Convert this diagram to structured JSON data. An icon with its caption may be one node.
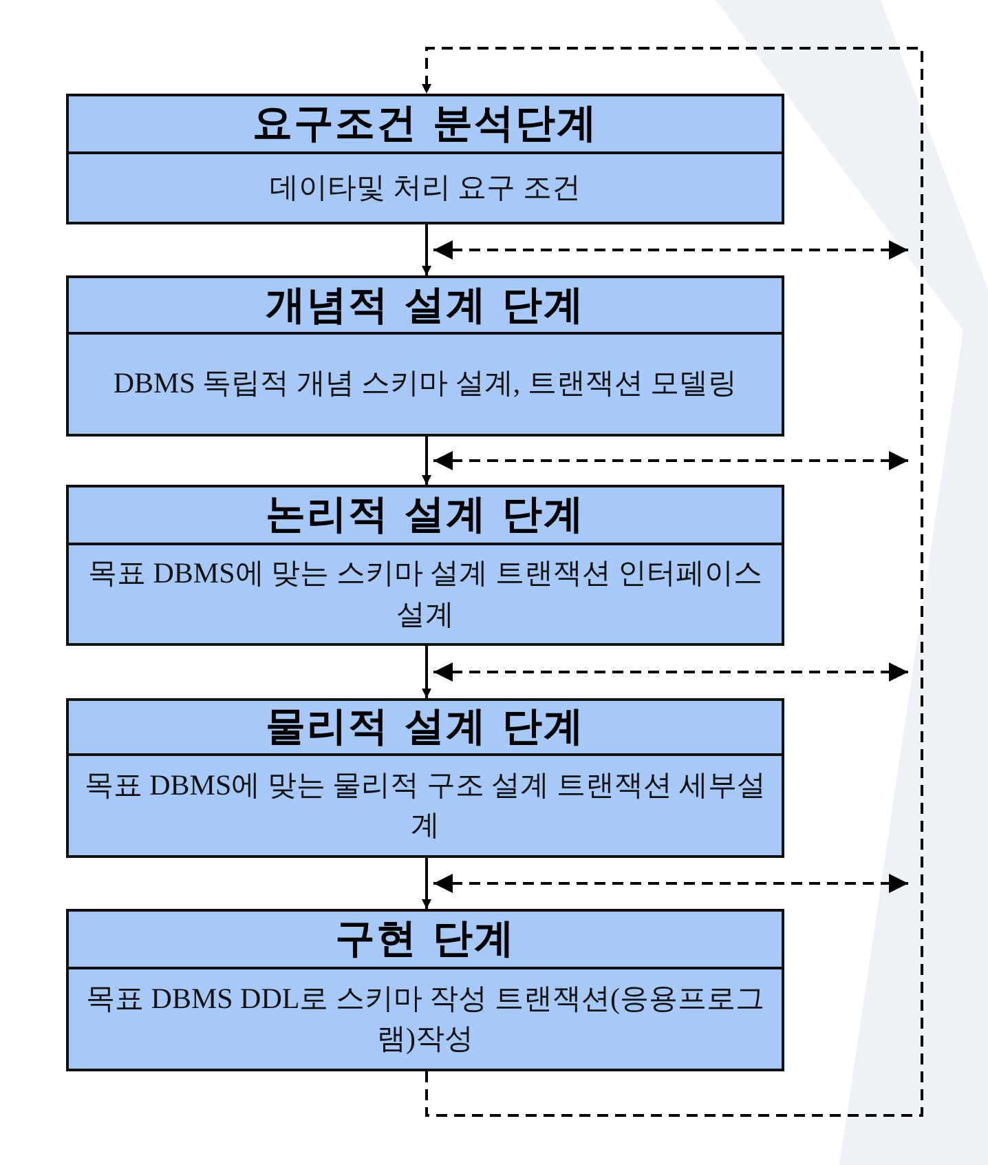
{
  "diagram": {
    "nodes": [
      {
        "text": [
          "요구조건 분석단계",
          "데이타및 처리 요구 조건"
        ]
      },
      {
        "text": [
          "개념적 설계 단계",
          "DBMS 독립적 개념 스키마 설계, 트랜잭션 모델링"
        ]
      },
      {
        "text": [
          "논리적 설계 단계",
          "목표 DBMS에 맞는 스키마 설계 트랜잭션 인터페이스 설계"
        ]
      },
      {
        "text": [
          "물리적 설계 단계",
          "목표 DBMS에 맞는 물리적 구조 설계 트랜잭션 세부설계"
        ]
      },
      {
        "text": [
          "구현 단계",
          "목표 DBMS DDL로 스키마 작성 트랜잭션(응용프로그램)작성"
        ]
      }
    ],
    "edges": [
      {
        "from": 0,
        "to": 1,
        "arrow": "to"
      },
      {
        "from": 1,
        "to": 2,
        "arrow": "to"
      },
      {
        "from": 2,
        "to": 3,
        "arrow": "to"
      },
      {
        "from": 3,
        "to": 4,
        "arrow": "to"
      },
      {
        "from": 4,
        "to": 0,
        "arrow": "to",
        "style": "dashed"
      }
    ]
  }
}
